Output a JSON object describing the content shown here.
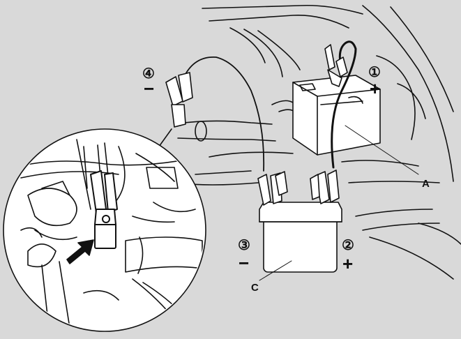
{
  "labels": {
    "step1": "①",
    "step2": "②",
    "step3": "③",
    "step4": "④",
    "plus1": "+",
    "plus2": "+",
    "minus3": "−",
    "minus4": "−",
    "A": "A",
    "C": "C"
  },
  "colors": {
    "background": "#d9d9d9",
    "line": "#111111",
    "fill": "#ffffff"
  }
}
